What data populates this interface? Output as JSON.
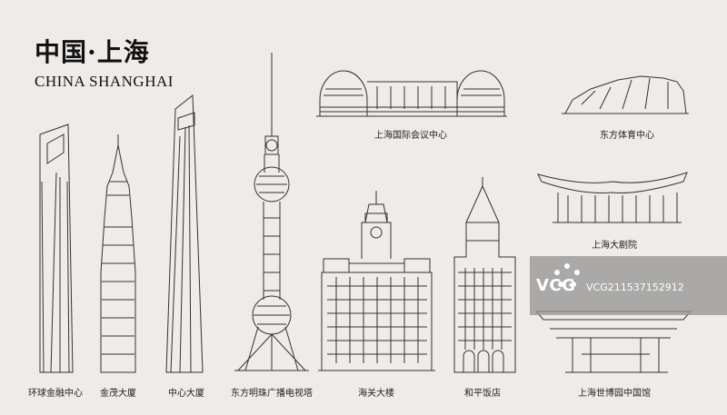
{
  "title": {
    "cn": "中国·上海",
    "en": "CHINA SHANGHAI"
  },
  "landmarks": [
    {
      "label": "环球金融中心"
    },
    {
      "label": "金茂大厦"
    },
    {
      "label": "中心大厦"
    },
    {
      "label": "东方明珠广播电视塔"
    },
    {
      "label": "海关大楼"
    },
    {
      "label": "和平饭店"
    },
    {
      "label": "上海国际会议中心"
    },
    {
      "label": "东方体育中心"
    },
    {
      "label": "上海大剧院"
    },
    {
      "label": "上海世博园中国馆"
    }
  ],
  "watermark": {
    "logo": "VCG",
    "id": "VCG211537152912"
  },
  "colors": {
    "background": "#efebe8",
    "line": "#333333",
    "watermark": "#969696"
  }
}
